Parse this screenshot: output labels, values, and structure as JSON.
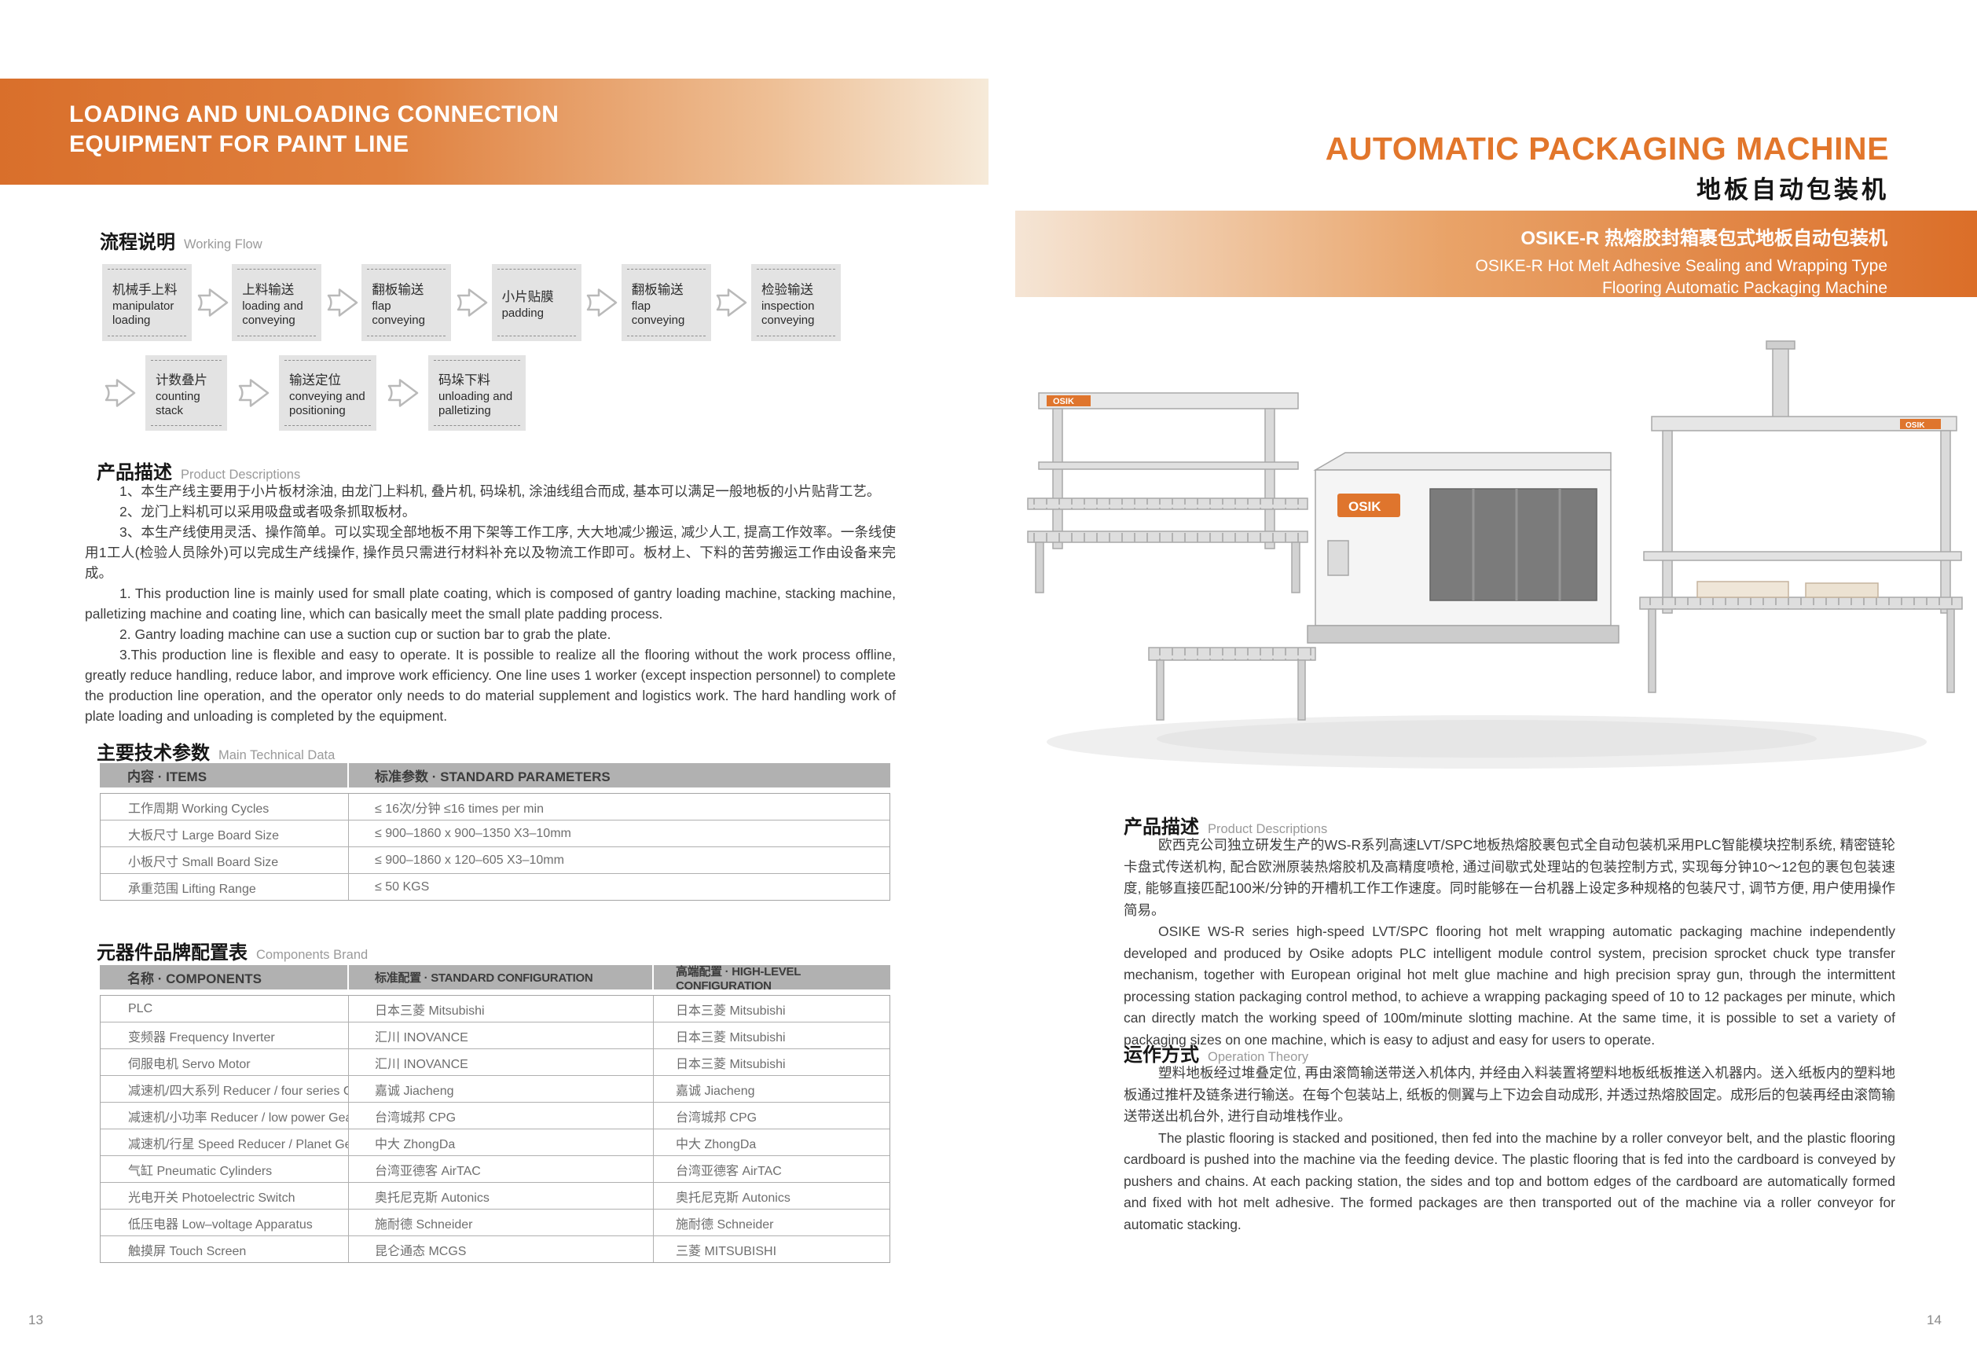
{
  "colors": {
    "accent_orange": "#DF752D",
    "left_banner_gradient": [
      "#D96F2B",
      "#F6EAD9"
    ],
    "right_banner_gradient": [
      "#F5E5D5",
      "#DB6E28"
    ],
    "table_header_bg": "#B1B1B1",
    "flow_box_bg": "#E3E3E3",
    "title_orange": "#E2762B"
  },
  "left": {
    "page_number": "13",
    "banner": {
      "line1": "LOADING AND UNLOADING CONNECTION",
      "line2": "EQUIPMENT FOR PAINT LINE"
    },
    "working_flow": {
      "heading_zh": "流程说明",
      "heading_en": "Working Flow",
      "row1": [
        {
          "zh": "机械手上料",
          "en": "manipulator loading"
        },
        {
          "zh": "上料输送",
          "en": "loading and conveying"
        },
        {
          "zh": "翻板输送",
          "en": "flap conveying"
        },
        {
          "zh": "小片贴膜",
          "en": "padding"
        },
        {
          "zh": "翻板输送",
          "en": "flap conveying"
        },
        {
          "zh": "检验输送",
          "en": "inspection conveying"
        }
      ],
      "row2": [
        {
          "zh": "计数叠片",
          "en": "counting stack"
        },
        {
          "zh": "输送定位",
          "en": "conveying and positioning"
        },
        {
          "zh": "码垛下料",
          "en": "unloading and palletizing"
        }
      ]
    },
    "product_descriptions": {
      "heading_zh": "产品描述",
      "heading_en": "Product Descriptions",
      "paragraphs": [
        "1、本生产线主要用于小片板材涂油, 由龙门上料机, 叠片机, 码垛机, 涂油线组合而成, 基本可以满足一般地板的小片贴背工艺。",
        "2、龙门上料机可以采用吸盘或者吸条抓取板材。",
        "3、本生产线使用灵活、操作简单。可以实现全部地板不用下架等工作工序, 大大地减少搬运, 减少人工, 提高工作效率。一条线使用1工人(检验人员除外)可以完成生产线操作, 操作员只需进行材料补充以及物流工作即可。板材上、下料的苦劳搬运工作由设备来完成。",
        "1. This production line is mainly used for small plate coating, which is composed of gantry loading machine, stacking machine, palletizing machine and coating line, which can basically meet the small plate padding process.",
        "2. Gantry loading machine can use a suction cup or suction bar to grab the plate.",
        "3.This production line is flexible and easy to operate. It is possible to realize all the flooring without the work process offline, greatly reduce handling, reduce labor, and improve work efficiency. One line uses 1 worker (except inspection personnel) to complete the production line operation, and the operator only needs to do material supplement and logistics work. The hard handling work of plate loading and unloading is completed by the equipment."
      ]
    },
    "technical_data": {
      "heading_zh": "主要技术参数",
      "heading_en": "Main Technical Data",
      "col_headers": [
        "内容 · ITEMS",
        "标准参数 · STANDARD PARAMETERS"
      ],
      "rows": [
        {
          "item": "工作周期 Working Cycles",
          "value": "≤ 16次/分钟  ≤16 times per min"
        },
        {
          "item": "大板尺寸 Large Board Size",
          "value": "≤ 900–1860 x 900–1350 X3–10mm"
        },
        {
          "item": "小板尺寸 Small Board Size",
          "value": "≤ 900–1860 x 120–605 X3–10mm"
        },
        {
          "item": "承重范围 Lifting Range",
          "value": "≤ 50 KGS"
        }
      ]
    },
    "components_brand": {
      "heading_zh": "元器件品牌配置表",
      "heading_en": "Components Brand",
      "col_headers": [
        "名称 · COMPONENTS",
        "标准配置 · STANDARD CONFIGURATION",
        "高端配置 · HIGH-LEVEL CONFIGURATION"
      ],
      "rows": [
        {
          "name": "PLC",
          "standard": "日本三菱  Mitsubishi",
          "high": "日本三菱  Mitsubishi"
        },
        {
          "name": "变频器  Frequency Inverter",
          "standard": "汇川  INOVANCE",
          "high": "日本三菱  Mitsubishi"
        },
        {
          "name": "伺服电机  Servo Motor",
          "standard": "汇川  INOVANCE",
          "high": "日本三菱  Mitsubishi"
        },
        {
          "name": "减速机/四大系列  Reducer / four series Gearbox",
          "standard": "嘉诚  Jiacheng",
          "high": "嘉诚  Jiacheng"
        },
        {
          "name": "减速机/小功率  Reducer / low power Gearbox",
          "standard": "台湾城邦  CPG",
          "high": "台湾城邦  CPG"
        },
        {
          "name": "减速机/行星  Speed Reducer / Planet Gearbox",
          "standard": "中大  ZhongDa",
          "high": "中大  ZhongDa"
        },
        {
          "name": "气缸  Pneumatic Cylinders",
          "standard": "台湾亚德客  AirTAC",
          "high": "台湾亚德客  AirTAC"
        },
        {
          "name": "光电开关  Photoelectric Switch",
          "standard": "奥托尼克斯  Autonics",
          "high": "奥托尼克斯  Autonics"
        },
        {
          "name": "低压电器  Low–voltage Apparatus",
          "standard": "施耐德  Schneider",
          "high": "施耐德  Schneider"
        },
        {
          "name": "触摸屏  Touch Screen",
          "standard": "昆仑通态  MCGS",
          "high": "三菱  MITSUBISHI"
        }
      ]
    }
  },
  "right": {
    "page_number": "14",
    "title_en": "AUTOMATIC PACKAGING MACHINE",
    "title_zh": "地板自动包装机",
    "banner": {
      "line1": "OSIKE-R 热熔胶封箱裹包式地板自动包装机",
      "line2": "OSIKE-R Hot Melt Adhesive Sealing and Wrapping Type",
      "line3": "Flooring Automatic Packaging Machine"
    },
    "machine_image": {
      "brand_label": "OSIK"
    },
    "product_descriptions": {
      "heading_zh": "产品描述",
      "heading_en": "Product Descriptions",
      "paragraphs": [
        "欧西克公司独立研发生产的WS-R系列高速LVT/SPC地板热熔胶裹包式全自动包装机采用PLC智能模块控制系统, 精密链轮卡盘式传送机构, 配合欧洲原装热熔胶机及高精度喷枪, 通过间歇式处理站的包装控制方式, 实现每分钟10～12包的裹包包装速度, 能够直接匹配100米/分钟的开槽机工作工作速度。同时能够在一台机器上设定多种规格的包装尺寸, 调节方便, 用户使用操作简易。",
        "OSIKE WS-R series high-speed LVT/SPC flooring hot melt wrapping automatic packaging machine independently developed and produced by Osike adopts PLC intelligent module control system, precision sprocket chuck type transfer mechanism, together with European original hot melt glue machine and high precision spray gun, through the intermittent processing station packaging control method, to achieve a wrapping packaging speed of 10 to 12 packages per minute, which can directly match the working speed of 100m/minute slotting machine. At the same time, it is possible to set a variety of packaging sizes on one machine, which is easy to adjust and easy for users to operate."
      ]
    },
    "operation_theory": {
      "heading_zh": "运作方式",
      "heading_en": "Operation Theory",
      "paragraphs": [
        "塑料地板经过堆叠定位, 再由滚筒输送带送入机体内, 并经由入料装置将塑料地板纸板推送入机器内。送入纸板内的塑料地板通过推杆及链条进行输送。在每个包装站上, 纸板的侧翼与上下边会自动成形, 并透过热熔胶固定。成形后的包装再经由滚筒输送带送出机台外, 进行自动堆栈作业。",
        "The plastic flooring is stacked and positioned, then fed into the machine by a roller conveyor belt, and the plastic flooring cardboard is pushed into the machine via the feeding device. The plastic flooring that is fed into the cardboard is conveyed by pushers and chains. At each packing station, the sides and top and bottom edges of the cardboard are automatically formed and fixed with hot melt adhesive. The formed packages are then transported out of the machine via a roller conveyor for automatic stacking."
      ]
    }
  }
}
